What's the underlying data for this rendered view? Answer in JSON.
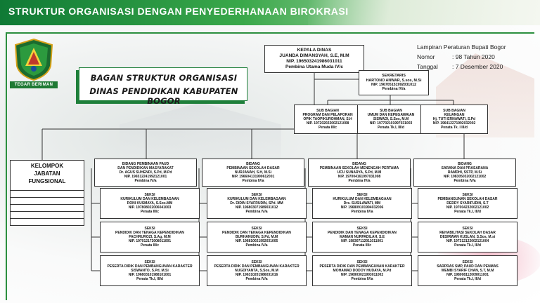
{
  "header": {
    "title": "STRUKTUR ORGANISASI DENGAN PENYEDERHANAAN BIROKRASI"
  },
  "logo": {
    "caption": "TEGAR BERIMAN"
  },
  "banner": {
    "line1": "BAGAN STRUKTUR ORGANISASI",
    "line2": "DINAS PENDIDIKAN KABUPATEN BOGOR"
  },
  "lampiran": {
    "line1": "Lampiran Peraturan Bupati Bogor",
    "nomor_label": "Nomor",
    "nomor_value": ": 98 Tahun 2020",
    "tanggal_label": "Tanggal",
    "tanggal_value": ": 7 Desember 2020"
  },
  "kepala": {
    "title": "KEPALA DINAS",
    "name": "JUANDA DIMANSYAH, S.E, M.M",
    "nip": "NIP. 196503241986031011",
    "rank": "Pembina Utama Muda IV/c"
  },
  "sekretaris": {
    "title": "SEKRETARIS",
    "name": "HARTONO ANWAR, S.sos, M.Si",
    "nip": "NIP. 196705151992031012",
    "rank": "Pembina IV/a"
  },
  "subbagian": [
    {
      "title": "SUB BAGIAN",
      "title2": "PROGRAM DAN PELAPORAN",
      "name": "OPIK TAOPIKUROHMAN, S.H",
      "nip": "NIP. 197202022002121008",
      "rank": "Penata III/c"
    },
    {
      "title": "SUB BAGIAN",
      "title2": "UMUM DAN KEPEGAWAIAN",
      "name": "SISWADI, S.Sos, M.M",
      "nip": "NIP. 197702101997031003",
      "rank": "Penata Tk.I, III/d"
    },
    {
      "title": "SUB BAGIAN",
      "title2": "KEUANGAN",
      "name": "Hj. TUTI ERNAWATI, S.Pd",
      "nip": "NIP. 196412271992032002",
      "rank": "Penata Tk. I III/d"
    }
  ],
  "kelompok": {
    "line1": "KELOMPOK",
    "line2": "JABATAN",
    "line3": "FUNGSIONAL"
  },
  "bidang": [
    {
      "head": {
        "l1": "BIDANG PEMBINAAN PAUD",
        "l2": "DAN PENDIDIKAN MASYARAKAT",
        "name": "Dr. AGUS SUHENDI, S.Pd, M.Pd",
        "nip": "NIP. 196512241992121001",
        "rank": "Pembina IV/a"
      },
      "seksi": [
        {
          "l1": "SEKSI",
          "l2": "KURIKULUM DAN KELEMBAGAAN",
          "name": "RONI KUSMAYA, S.Sos.MM",
          "nip": "NIP. 197808022006041003",
          "rank": "Penata III/c"
        },
        {
          "l1": "SEKSI",
          "l2": "PENDIDIK DAN TENAGA KEPENDIDIKAN",
          "name": "FACHRUROZI, S.Ag, M.M",
          "nip": "NIP. 197012172008011001",
          "rank": "Penata III/c"
        },
        {
          "l1": "SEKSI",
          "l2": "PESERTA DIDIK DAN PEMBANGUNAN KARAKTER",
          "name": "SISWANTO, S.Pd, M.Si",
          "nip": "NIP. 196803101988101001",
          "rank": "Penata Tk.I, III/d"
        }
      ]
    },
    {
      "head": {
        "l1": "BIDANG",
        "l2": "PEMBINAAN SEKOLAH DASAR",
        "name": "NURJANAH, S.H, M.Si",
        "nip": "NIP. 196604131990612001",
        "rank": "Pembina IV/a"
      },
      "seksi": [
        {
          "l1": "SEKSI",
          "l2": "KURIKULUM DAN KELEMBAGAAN",
          "name": "Dr. DIDIN SYAFRUDIN, SPd. MM",
          "nip": "NIP. 196803071989031012",
          "rank": "Pembina IV/a"
        },
        {
          "l1": "SEKSI",
          "l2": "PENDIDIK DAN TENAGA KEPENDIDIKAN",
          "name": "BURHANUDIN, S.Pd, M.M",
          "nip": "NIP. 196810021992031005",
          "rank": "Pembina IV/a"
        },
        {
          "l1": "SEKSI",
          "l2": "PESERTA DIDIK DAN PEMBANGUNAN KARAKTER",
          "name": "NUGDIYANTA, S.Sos, M.M",
          "nip": "NIP. 196310201986031016",
          "rank": "Pembina IV/a"
        }
      ]
    },
    {
      "head": {
        "l1": "BIDANG",
        "l2": "PEMBINAAN SEKOLAH MENENGAH PERTAMA",
        "name": "UCU SUNARYA, S.Pd, M.M",
        "nip": "NIP. 197004161997031008",
        "rank": "Pembina IV/a"
      },
      "seksi": [
        {
          "l1": "SEKSI",
          "l2": "KURIKULUM DAN KELEMBAGAAN",
          "name": "Drs. SUSILAWATI, MM",
          "nip": "NIP. 196809101994032006",
          "rank": "Pembina IV/a"
        },
        {
          "l1": "SEKSI",
          "l2": "PENDIDIK DAN TENAGA KEPENDIDIKAN",
          "name": "MAMAN NURPADILAH, S.E",
          "nip": "NIP. 198307112011011001",
          "rank": "Penata III/c"
        },
        {
          "l1": "SEKSI",
          "l2": "PESERTA DIDIK DAN PEMBANGUNAN KARAKTER",
          "name": "MOHAMAD DODOY HUDAYA, M.Pd",
          "nip": "NIP. 196903021993011002",
          "rank": "Pembina IV/a"
        }
      ]
    },
    {
      "head": {
        "l1": "BIDANG",
        "l2": "SARANA DAN PRASARANA",
        "name": "RAMDHI, SSTP, M.Si",
        "nip": "NIP. 198305032002121002",
        "rank": "Pembina IV/a"
      },
      "seksi": [
        {
          "l1": "SEKSI",
          "l2": "PEMBANGUNAN SEKOLAH DASAR",
          "name": "DEDDY SYARIFUDIN, S.T",
          "nip": "NIP. 197004232002121002",
          "rank": "Penata Tk.I, III/d"
        },
        {
          "l1": "SEKSI",
          "l2": "REHABILITASI SEKOLAH DASAR",
          "name": "DESIRWAN KUSLAN, S.Sos, M.si",
          "nip": "NIP. 197312122002121004",
          "rank": "Penata Tk.I, III/d"
        },
        {
          "l1": "SEKSI",
          "l2": "SARPRAS SMP, PAUD DAN PENMAS",
          "name": "WEMBI SYARIF CHAN, S.T, M.M",
          "nip": "NIP. 198008112009011001",
          "rank": "Penata Tk.I, III/d"
        }
      ]
    }
  ],
  "colors": {
    "brand_green": "#1e7f3a",
    "header_green": "#0f7a35"
  }
}
